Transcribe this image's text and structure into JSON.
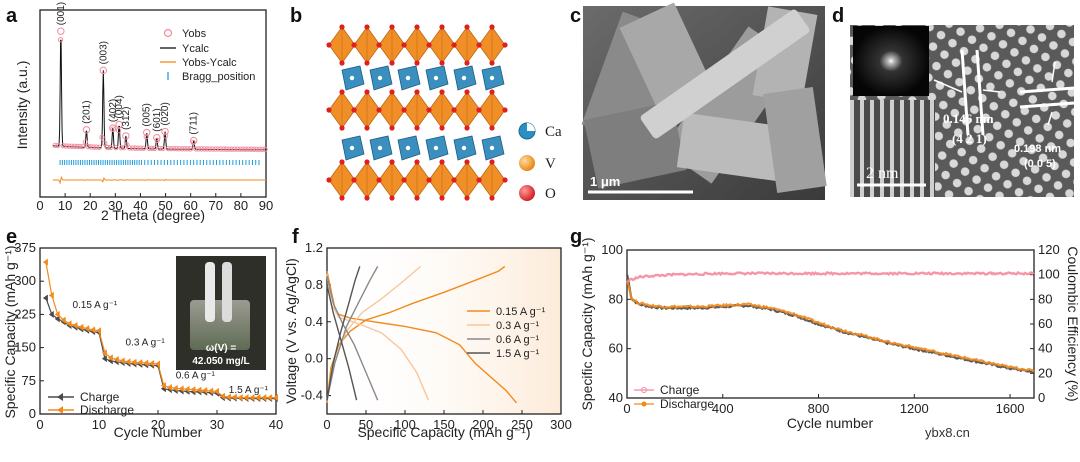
{
  "panel_letters": {
    "a": "a",
    "b": "b",
    "c": "c",
    "d": "d",
    "e": "e",
    "f": "f",
    "g": "g"
  },
  "panel_b": {
    "legend": [
      "Ca",
      "V",
      "O"
    ]
  },
  "panel_c": {
    "scale_bar": "1 μm"
  },
  "panel_d": {
    "scale_bar": "2 nm",
    "d1": "0.146 nm",
    "plane1": "(4 2 1)",
    "d2": "0.198 nm",
    "plane2": "(0 0 5)"
  },
  "panel_e_inset": {
    "line1": "ω(V) =",
    "line2": "42.050 mg/L"
  },
  "watermark": "ybx8.cn",
  "colors": {
    "orange": "#f28a1e",
    "dark": "#4a4a4a",
    "pink": "#f48a9b",
    "blue": "#1e9be0",
    "red": "#d8202a"
  },
  "chart_data": [
    {
      "id": "a",
      "type": "line",
      "xlabel": "2 Theta (degree)",
      "ylabel": "Intensity (a.u.)",
      "xlim": [
        0,
        90
      ],
      "xticks": [
        "0",
        "10",
        "20",
        "30",
        "40",
        "50",
        "60",
        "70",
        "80",
        "90"
      ],
      "legend": [
        "Yobs",
        "Ycalc",
        "Yobs-Ycalc",
        "Bragg_position"
      ],
      "peaks": [
        {
          "x": 8.3,
          "label": "(001)",
          "h": 0.92
        },
        {
          "x": 18.5,
          "label": "(201)",
          "h": 0.14
        },
        {
          "x": 25.2,
          "label": "(003)",
          "h": 0.62
        },
        {
          "x": 29.0,
          "label": "(402)",
          "h": 0.16
        },
        {
          "x": 31.5,
          "label": "(004)",
          "h": 0.19
        },
        {
          "x": 34.2,
          "label": "(312)",
          "h": 0.1
        },
        {
          "x": 42.5,
          "label": "(005)",
          "h": 0.13
        },
        {
          "x": 46.5,
          "label": "(601)",
          "h": 0.09
        },
        {
          "x": 49.8,
          "label": "(020)",
          "h": 0.14
        },
        {
          "x": 61.2,
          "label": "(711)",
          "h": 0.07
        }
      ]
    },
    {
      "id": "e",
      "type": "line",
      "xlabel": "Cycle Number",
      "ylabel": "Specific Capacity (mAh g⁻¹)",
      "xlim": [
        0,
        40
      ],
      "ylim": [
        0,
        375
      ],
      "xticks": [
        "0",
        "10",
        "20",
        "30",
        "40"
      ],
      "yticks": [
        "0",
        "75",
        "150",
        "225",
        "300",
        "375"
      ],
      "legend": [
        "Charge",
        "Discharge"
      ],
      "rate_labels": [
        {
          "text": "0.15 A g⁻¹",
          "x": 5.5,
          "y": 240
        },
        {
          "text": "0.3 A g⁻¹",
          "x": 14.5,
          "y": 155
        },
        {
          "text": "0.6 A g⁻¹",
          "x": 23,
          "y": 80
        },
        {
          "text": "1.5 A g⁻¹",
          "x": 32,
          "y": 48
        }
      ],
      "series": [
        {
          "name": "Charge",
          "x": [
            1,
            2,
            3,
            4,
            5,
            6,
            7,
            8,
            9,
            10,
            11,
            12,
            13,
            14,
            15,
            16,
            17,
            18,
            19,
            20,
            21,
            22,
            23,
            24,
            25,
            26,
            27,
            28,
            29,
            30,
            31,
            32,
            33,
            34,
            35,
            36,
            37,
            38,
            39,
            40
          ],
          "values": [
            262,
            225,
            215,
            208,
            200,
            196,
            192,
            189,
            186,
            184,
            125,
            120,
            118,
            116,
            114,
            113,
            112,
            111,
            110,
            109,
            57,
            55,
            53,
            52,
            51,
            50,
            50,
            49,
            48,
            47,
            37,
            36,
            36,
            36,
            35,
            35,
            35,
            35,
            35,
            35
          ]
        },
        {
          "name": "Discharge",
          "x": [
            1,
            2,
            3,
            4,
            5,
            6,
            7,
            8,
            9,
            10,
            11,
            12,
            13,
            14,
            15,
            16,
            17,
            18,
            19,
            20,
            21,
            22,
            23,
            24,
            25,
            26,
            27,
            28,
            29,
            30,
            31,
            32,
            33,
            34,
            35,
            36,
            37,
            38,
            39,
            40
          ],
          "values": [
            343,
            268,
            225,
            212,
            204,
            200,
            196,
            193,
            190,
            188,
            138,
            127,
            123,
            120,
            118,
            117,
            116,
            115,
            114,
            113,
            64,
            60,
            58,
            57,
            56,
            55,
            54,
            53,
            52,
            51,
            40,
            38,
            38,
            37,
            37,
            37,
            37,
            37,
            37,
            37
          ]
        }
      ]
    },
    {
      "id": "f",
      "type": "line",
      "xlabel": "Specific Capacity (mAh g⁻¹)",
      "ylabel": "Voltage (V vs. Ag/AgCl)",
      "xlim": [
        0,
        300
      ],
      "ylim": [
        -0.6,
        1.2
      ],
      "xticks": [
        "0",
        "50",
        "100",
        "150",
        "200",
        "250",
        "300"
      ],
      "yticks": [
        "-0.4",
        "0.0",
        "0.4",
        "0.8",
        "1.2"
      ],
      "legend": [
        "0.15 A g⁻¹",
        "0.3 A g⁻¹",
        "0.6 A g⁻¹",
        "1.5 A g⁻¹"
      ],
      "series": [
        {
          "name": "0.15 A g⁻¹",
          "color": "#f28a1e",
          "discharge": [
            [
              0,
              0.95
            ],
            [
              5,
              0.75
            ],
            [
              10,
              0.55
            ],
            [
              15,
              0.48
            ],
            [
              30,
              0.44
            ],
            [
              60,
              0.4
            ],
            [
              100,
              0.35
            ],
            [
              140,
              0.28
            ],
            [
              170,
              0.15
            ],
            [
              190,
              -0.05
            ],
            [
              210,
              -0.2
            ],
            [
              230,
              -0.35
            ],
            [
              243,
              -0.48
            ]
          ],
          "charge": [
            [
              0,
              -0.48
            ],
            [
              5,
              -0.1
            ],
            [
              15,
              0.15
            ],
            [
              30,
              0.3
            ],
            [
              50,
              0.42
            ],
            [
              80,
              0.5
            ],
            [
              110,
              0.6
            ],
            [
              150,
              0.72
            ],
            [
              190,
              0.85
            ],
            [
              220,
              0.95
            ],
            [
              228,
              1.0
            ]
          ]
        },
        {
          "name": "0.3 A g⁻¹",
          "color": "#f7c79a",
          "discharge": [
            [
              0,
              0.92
            ],
            [
              5,
              0.6
            ],
            [
              15,
              0.45
            ],
            [
              40,
              0.38
            ],
            [
              70,
              0.28
            ],
            [
              95,
              0.1
            ],
            [
              115,
              -0.15
            ],
            [
              130,
              -0.45
            ]
          ],
          "charge": [
            [
              0,
              -0.45
            ],
            [
              10,
              0.0
            ],
            [
              25,
              0.3
            ],
            [
              45,
              0.5
            ],
            [
              70,
              0.65
            ],
            [
              95,
              0.82
            ],
            [
              120,
              1.0
            ]
          ]
        },
        {
          "name": "0.6 A g⁻¹",
          "color": "#8a8a8a",
          "discharge": [
            [
              0,
              0.9
            ],
            [
              8,
              0.6
            ],
            [
              20,
              0.38
            ],
            [
              35,
              0.15
            ],
            [
              50,
              -0.15
            ],
            [
              65,
              -0.45
            ]
          ],
          "charge": [
            [
              0,
              -0.45
            ],
            [
              10,
              -0.05
            ],
            [
              25,
              0.35
            ],
            [
              40,
              0.6
            ],
            [
              55,
              0.85
            ],
            [
              65,
              1.0
            ]
          ]
        },
        {
          "name": "1.5 A g⁻¹",
          "color": "#555555",
          "discharge": [
            [
              0,
              0.8
            ],
            [
              8,
              0.5
            ],
            [
              18,
              0.2
            ],
            [
              28,
              -0.1
            ],
            [
              38,
              -0.45
            ]
          ],
          "charge": [
            [
              0,
              -0.45
            ],
            [
              8,
              -0.05
            ],
            [
              18,
              0.3
            ],
            [
              28,
              0.6
            ],
            [
              36,
              0.85
            ],
            [
              42,
              1.0
            ]
          ]
        }
      ]
    },
    {
      "id": "g",
      "type": "line",
      "xlabel": "Cycle number",
      "ylabel": "Specific Capacity (mAh g⁻¹)",
      "y2label": "Coulombic Efficiency (%)",
      "xlim": [
        0,
        1700
      ],
      "ylim": [
        40,
        100
      ],
      "y2lim": [
        0,
        120
      ],
      "xticks": [
        "0",
        "400",
        "800",
        "1200",
        "1600"
      ],
      "yticks": [
        "40",
        "60",
        "80",
        "100"
      ],
      "y2ticks": [
        "0",
        "20",
        "40",
        "60",
        "80",
        "100",
        "120"
      ],
      "legend": [
        "Charge",
        "Discharge"
      ],
      "series": [
        {
          "name": "Charge",
          "x": [
            1,
            20,
            50,
            100,
            150,
            200,
            300,
            400,
            500,
            600,
            700,
            800,
            900,
            1000,
            1100,
            1200,
            1300,
            1400,
            1500,
            1600,
            1700
          ],
          "values": [
            90,
            80,
            78,
            77,
            76.5,
            76.5,
            76.5,
            77,
            77.5,
            76,
            73.5,
            70,
            67,
            64.5,
            62,
            60,
            58,
            56,
            54,
            52,
            50.5
          ]
        },
        {
          "name": "Discharge",
          "x": [
            1,
            20,
            50,
            100,
            150,
            200,
            300,
            400,
            500,
            600,
            700,
            800,
            900,
            1000,
            1100,
            1200,
            1300,
            1400,
            1500,
            1600,
            1700
          ],
          "values": [
            88,
            80,
            78.5,
            77.5,
            77,
            77,
            77,
            77.5,
            78,
            76.5,
            74,
            70.5,
            67.5,
            65,
            62.5,
            60.5,
            58.5,
            56.5,
            54.5,
            52.5,
            51
          ]
        },
        {
          "name": "Coulombic Efficiency",
          "axis": "y2",
          "x": [
            1,
            50,
            100,
            200,
            400,
            600,
            800,
            1000,
            1200,
            1400,
            1600,
            1700
          ],
          "values": [
            95,
            98,
            99,
            100,
            101,
            101,
            101,
            101,
            101,
            101,
            101,
            101
          ]
        }
      ]
    }
  ]
}
